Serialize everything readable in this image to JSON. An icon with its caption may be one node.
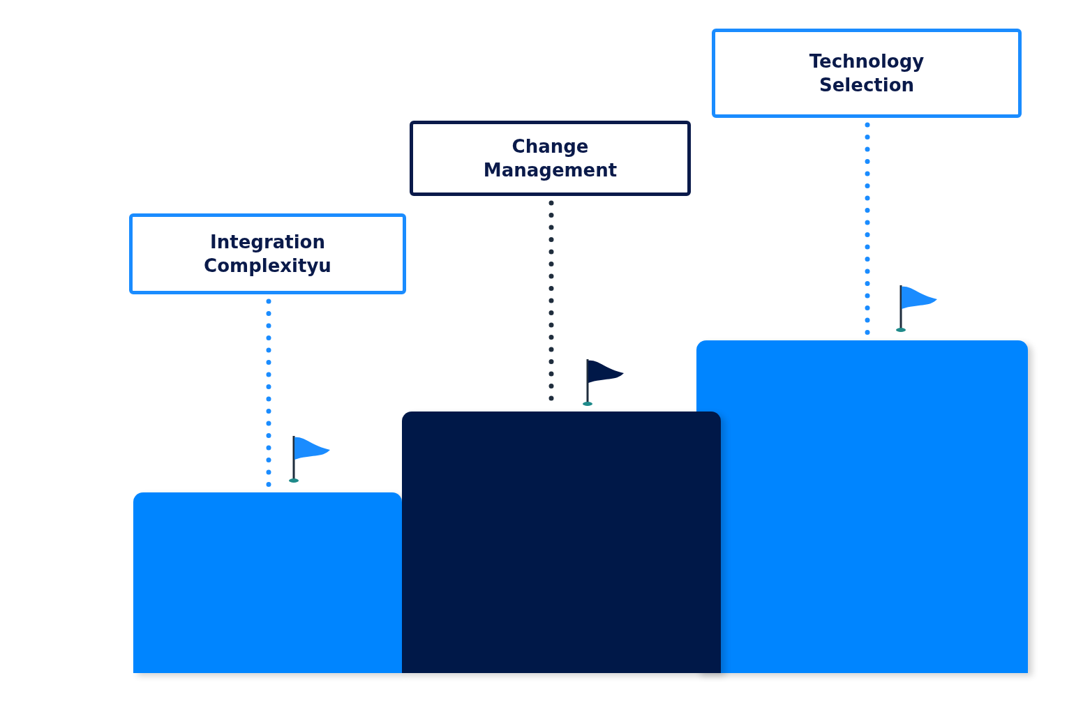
{
  "diagram": {
    "nodes": [
      {
        "text": [
          "Integration Complexityu"
        ]
      },
      {
        "text": [
          "Change Management"
        ]
      },
      {
        "text": [
          "Technology Selection"
        ]
      },
      {
        "text": [],
        "shape": "box"
      },
      {
        "text": [],
        "shape": "box"
      },
      {
        "text": [],
        "shape": "box"
      }
    ],
    "edges": [
      {
        "from": 0,
        "to": 3,
        "arrow": "none",
        "style": "dashed"
      },
      {
        "from": 1,
        "to": 4,
        "arrow": "none",
        "style": "dashed",
        "color": "#1f2d3d"
      },
      {
        "from": 2,
        "to": 5,
        "arrow": "none",
        "style": "dashed"
      }
    ]
  }
}
